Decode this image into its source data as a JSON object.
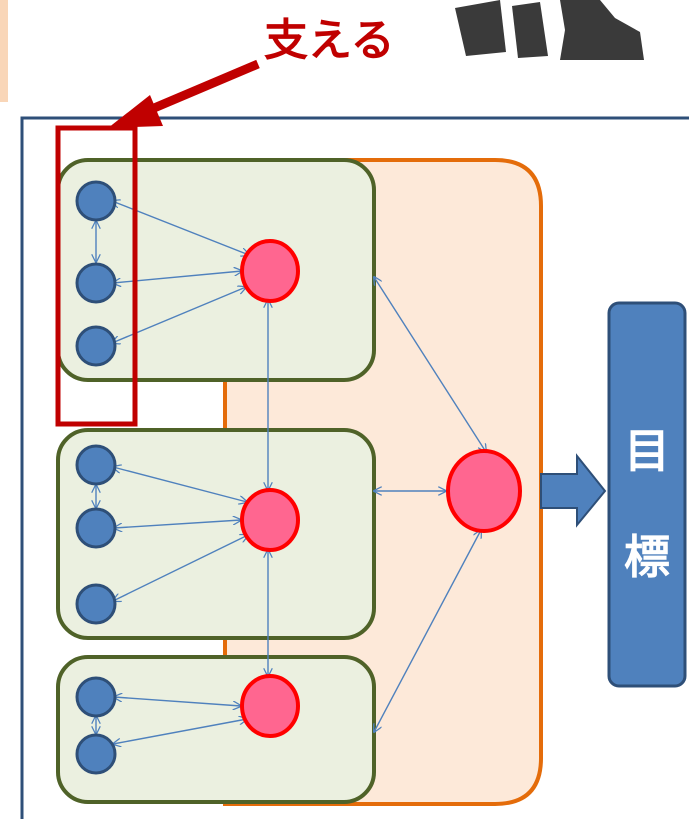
{
  "callout": {
    "label": "支える",
    "color": "#c00000"
  },
  "goal": {
    "chars": [
      "目",
      "標"
    ],
    "fill": "#4f81bd",
    "stroke": "#2e4f78",
    "text_color": "#ffffff"
  },
  "colors": {
    "frame": "#2e4f78",
    "group_fill": "#ebf0e0",
    "group_stroke": "#4f6228",
    "parent_fill": "#fde9d9",
    "parent_stroke": "#e46c0a",
    "blue_node": "#4f81bd",
    "blue_node_stroke": "#2e4f78",
    "red_node": "#ff6690",
    "red_node_stroke": "#ff0000",
    "edge": "#4f81bd",
    "arrow_fill": "#4f81bd",
    "highlight": "#c00000",
    "figure": "#3a3a3a"
  },
  "icons": [
    "standing-figures-icon",
    "right-arrow-icon"
  ]
}
